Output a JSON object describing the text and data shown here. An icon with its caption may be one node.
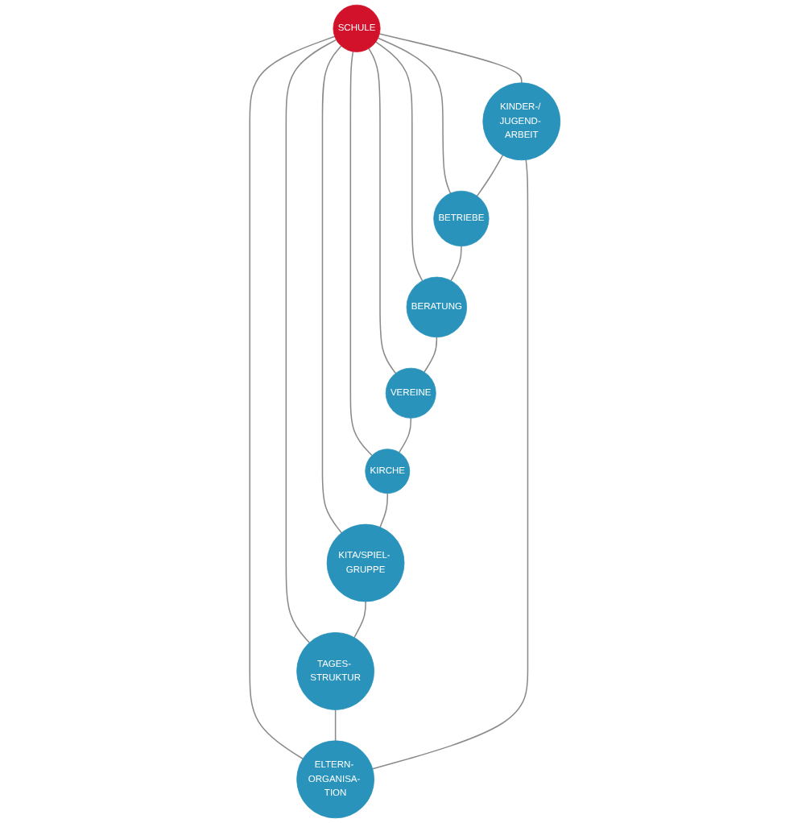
{
  "diagram": {
    "nodes": [
      {
        "text": [
          "KINDER-/ JUGEND- ARBEIT"
        ]
      },
      {
        "text": [
          "ELTERN- ORGANISA- TION"
        ]
      },
      {
        "text": [
          "BETRIEBE"
        ]
      },
      {
        "text": [
          "TAGES- STRUKTUR"
        ]
      },
      {
        "text": [
          "SCHULE"
        ]
      },
      {
        "text": [
          "BERATUNG"
        ]
      },
      {
        "text": [
          "KITA/SPIEL- GRUPPE"
        ]
      },
      {
        "text": [
          "VEREINE"
        ]
      },
      {
        "text": [
          "KIRCHE"
        ]
      }
    ],
    "edges": [
      {
        "from": 4,
        "to": 0,
        "arrow": "none"
      },
      {
        "from": 4,
        "to": 2,
        "arrow": "none"
      },
      {
        "from": 4,
        "to": 5,
        "arrow": "none"
      },
      {
        "from": 4,
        "to": 7,
        "arrow": "none"
      },
      {
        "from": 4,
        "to": 8,
        "arrow": "none"
      },
      {
        "from": 4,
        "to": 6,
        "arrow": "none"
      },
      {
        "from": 4,
        "to": 3,
        "arrow": "none"
      },
      {
        "from": 4,
        "to": 1,
        "arrow": "none"
      },
      {
        "from": 0,
        "to": 2,
        "arrow": "none"
      },
      {
        "from": 2,
        "to": 5,
        "arrow": "none"
      },
      {
        "from": 5,
        "to": 7,
        "arrow": "none"
      },
      {
        "from": 7,
        "to": 8,
        "arrow": "none"
      },
      {
        "from": 8,
        "to": 6,
        "arrow": "none"
      },
      {
        "from": 6,
        "to": 3,
        "arrow": "none"
      },
      {
        "from": 3,
        "to": 1,
        "arrow": "none"
      },
      {
        "from": 1,
        "to": 0,
        "arrow": "none"
      }
    ]
  }
}
